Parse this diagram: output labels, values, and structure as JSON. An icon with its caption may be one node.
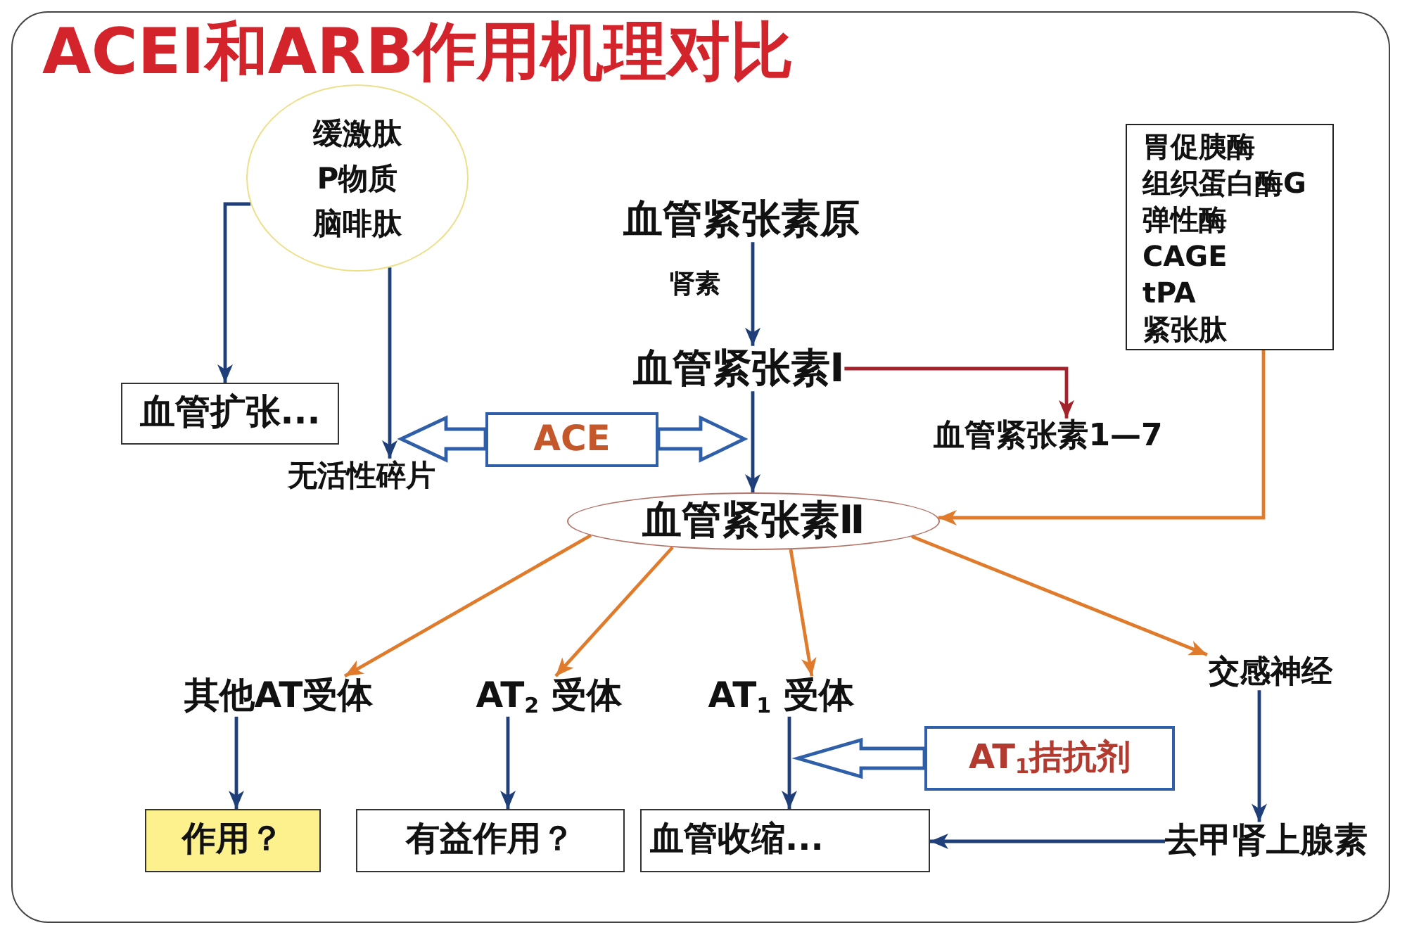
{
  "diagram": {
    "title": "ACEI和ARB作用机理对比",
    "nodes": [
      {
        "text": [
          "缓激肽",
          "P物质",
          "脑啡肽"
        ]
      },
      {
        "text": [
          "血管紧张素原"
        ]
      },
      {
        "text": [
          "胃促胰酶",
          "组织蛋白酶G",
          "弹性酶",
          "CAGE",
          "tPA",
          "紧张肽"
        ]
      },
      {
        "text": [
          "血管紧张素Ⅰ"
        ]
      },
      {
        "text": [
          "血管扩张..."
        ]
      },
      {
        "text": [
          "ACE"
        ]
      },
      {
        "text": [
          "血管紧张素1—7"
        ]
      },
      {
        "text": [
          "无活性碎片"
        ]
      },
      {
        "text": [
          "血管紧张素Ⅱ"
        ]
      },
      {
        "text": [
          "其他AT受体"
        ]
      },
      {
        "text": [
          "AT$_{2}$ 受体"
        ]
      },
      {
        "text": [
          "AT$_{1}$ 受体"
        ]
      },
      {
        "text": [
          "交感神经"
        ]
      },
      {
        "text": [
          "AT$_{1}$拮抗剂"
        ]
      },
      {
        "text": [
          "作用？"
        ]
      },
      {
        "text": [
          "有益作用？"
        ]
      },
      {
        "text": [
          "血管收缩..."
        ]
      },
      {
        "text": [
          "去甲肾上腺素"
        ]
      }
    ],
    "edges": [
      {
        "from": 0,
        "to": 4,
        "arrow": "to"
      },
      {
        "from": 0,
        "to": 7,
        "arrow": "to"
      },
      {
        "from": 1,
        "to": 3,
        "arrow": "to",
        "label": "肾素"
      },
      {
        "from": 3,
        "to": 8,
        "arrow": "to"
      },
      {
        "from": 3,
        "to": 6,
        "arrow": "to",
        "color": "#a3232b"
      },
      {
        "from": 2,
        "to": 8,
        "arrow": "to",
        "color": "#e07b2c"
      },
      {
        "from": 5,
        "to": null,
        "arrow": "to",
        "color": "#2f5fa8"
      },
      {
        "from": 5,
        "to": null,
        "arrow": "to",
        "color": "#2f5fa8"
      },
      {
        "from": 8,
        "to": 9,
        "arrow": "to",
        "color": "#e07b2c"
      },
      {
        "from": 8,
        "to": 10,
        "arrow": "to",
        "color": "#e07b2c"
      },
      {
        "from": 8,
        "to": 11,
        "arrow": "to",
        "color": "#e07b2c"
      },
      {
        "from": 8,
        "to": 12,
        "arrow": "to",
        "color": "#e07b2c"
      },
      {
        "from": 9,
        "to": 14,
        "arrow": "to"
      },
      {
        "from": 10,
        "to": 15,
        "arrow": "to"
      },
      {
        "from": 11,
        "to": 16,
        "arrow": "to"
      },
      {
        "from": 12,
        "to": 17,
        "arrow": "to"
      },
      {
        "from": 17,
        "to": 16,
        "arrow": "to"
      },
      {
        "from": 13,
        "to": null,
        "arrow": "to",
        "color": "#2f5fa8"
      }
    ]
  }
}
